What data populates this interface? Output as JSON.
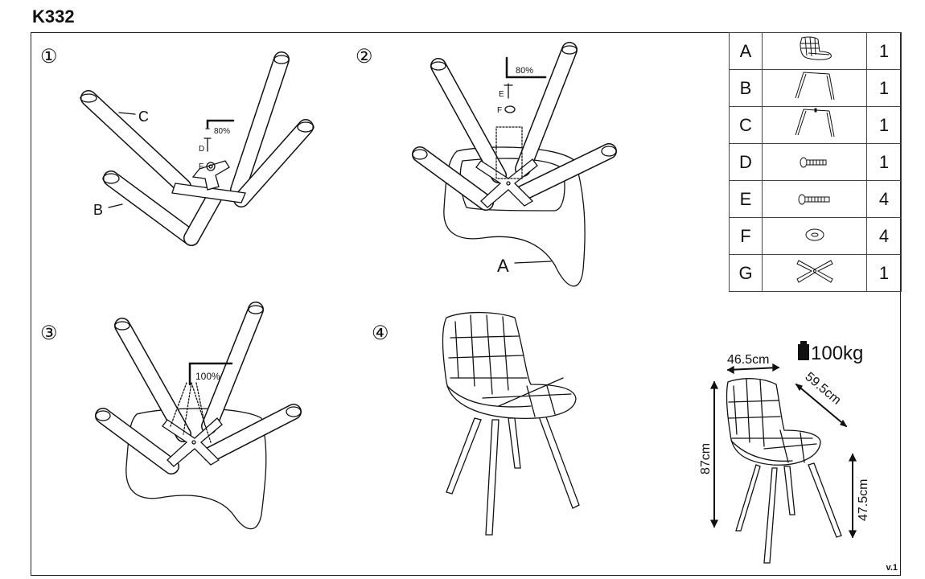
{
  "title": "K332",
  "version": "v.1",
  "steps": {
    "s1": {
      "number": "①",
      "leg_c": "C",
      "leg_b": "B",
      "torque": "80%",
      "screw": "D",
      "washer": "F"
    },
    "s2": {
      "number": "②",
      "torque": "80%",
      "screw": "E",
      "washer": "F",
      "seat": "A"
    },
    "s3": {
      "number": "③",
      "torque": "100%"
    },
    "s4": {
      "number": "④"
    }
  },
  "parts": [
    {
      "letter": "A",
      "icon": "seat-icon",
      "qty": "1"
    },
    {
      "letter": "B",
      "icon": "leg-frame-icon",
      "qty": "1"
    },
    {
      "letter": "C",
      "icon": "leg-frame-notched-icon",
      "qty": "1"
    },
    {
      "letter": "D",
      "icon": "short-screw-icon",
      "qty": "1"
    },
    {
      "letter": "E",
      "icon": "long-screw-icon",
      "qty": "4"
    },
    {
      "letter": "F",
      "icon": "washer-icon",
      "qty": "4"
    },
    {
      "letter": "G",
      "icon": "cross-plate-icon",
      "qty": "1"
    }
  ],
  "dimensions": {
    "width": "46.5cm",
    "depth": "59.5cm",
    "height": "87cm",
    "seat_height": "47.5cm",
    "max_load": "100kg"
  }
}
